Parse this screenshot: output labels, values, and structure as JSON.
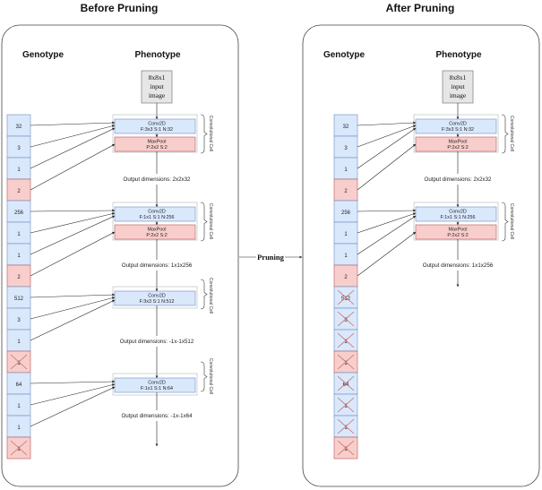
{
  "titles": {
    "before": "Before Pruning",
    "after": "After Pruning"
  },
  "column_headers": {
    "genotype": "Genotype",
    "phenotype": "Phenotype"
  },
  "input_block": [
    "8x8x1",
    "input",
    "image"
  ],
  "pruning_label": "Pruning",
  "cell_label": "Convolutional Cell",
  "colors": {
    "blue": "#dae8fc",
    "blue_stroke": "#6c8ebf",
    "red": "#f8cecc",
    "red_stroke": "#b85450",
    "gray": "#e6e6e6",
    "gray_stroke": "#666666",
    "panel_stroke": "#444444",
    "cross": "#c9706b"
  },
  "before": {
    "genes": [
      {
        "text": "32",
        "type": "blue",
        "x": false
      },
      {
        "text": "3",
        "type": "blue",
        "x": false
      },
      {
        "text": "1",
        "type": "blue",
        "x": false
      },
      {
        "text": "2",
        "type": "red",
        "x": false
      },
      {
        "text": "256",
        "type": "blue",
        "x": false
      },
      {
        "text": "1",
        "type": "blue",
        "x": false
      },
      {
        "text": "1",
        "type": "blue",
        "x": false
      },
      {
        "text": "2",
        "type": "red",
        "x": false
      },
      {
        "text": "512",
        "type": "blue",
        "x": false
      },
      {
        "text": "3",
        "type": "blue",
        "x": false
      },
      {
        "text": "1",
        "type": "blue",
        "x": false
      },
      {
        "text": "1",
        "type": "red",
        "x": true
      },
      {
        "text": "64",
        "type": "blue",
        "x": false
      },
      {
        "text": "1",
        "type": "blue",
        "x": false
      },
      {
        "text": "1",
        "type": "blue",
        "x": false
      },
      {
        "text": "1",
        "type": "red",
        "x": true
      }
    ],
    "cells": [
      {
        "layers": [
          {
            "type": "conv",
            "line1": "Conv2D",
            "line2": "F:3x3 S:1 N:32"
          },
          {
            "type": "pool",
            "line1": "MaxPool",
            "line2": "P:2x2 S:2"
          }
        ],
        "output": "Output dimensions: 2x2x32"
      },
      {
        "layers": [
          {
            "type": "conv",
            "line1": "Conv2D",
            "line2": "F:1x1 S:1 N:256"
          },
          {
            "type": "pool",
            "line1": "MaxPool",
            "line2": "P:2x2 S:2"
          }
        ],
        "output": "Output dimensions: 1x1x256"
      },
      {
        "layers": [
          {
            "type": "conv",
            "line1": "Conv2D",
            "line2": "F:3x3 S:1 N:512"
          }
        ],
        "output": "Output dimensions: -1x-1x512"
      },
      {
        "layers": [
          {
            "type": "conv",
            "line1": "Conv2D",
            "line2": "F:1x1 S:1 N:64"
          }
        ],
        "output": "Output dimensions: -1x-1x64"
      }
    ]
  },
  "after": {
    "genes": [
      {
        "text": "32",
        "type": "blue",
        "x": false
      },
      {
        "text": "3",
        "type": "blue",
        "x": false
      },
      {
        "text": "1",
        "type": "blue",
        "x": false
      },
      {
        "text": "2",
        "type": "red",
        "x": false
      },
      {
        "text": "256",
        "type": "blue",
        "x": false
      },
      {
        "text": "1",
        "type": "blue",
        "x": false
      },
      {
        "text": "1",
        "type": "blue",
        "x": false
      },
      {
        "text": "2",
        "type": "red",
        "x": false
      },
      {
        "text": "512",
        "type": "blue",
        "x": true
      },
      {
        "text": "3",
        "type": "blue",
        "x": true
      },
      {
        "text": "1",
        "type": "blue",
        "x": true
      },
      {
        "text": "1",
        "type": "red",
        "x": true
      },
      {
        "text": "64",
        "type": "blue",
        "x": true
      },
      {
        "text": "1",
        "type": "blue",
        "x": true
      },
      {
        "text": "1",
        "type": "blue",
        "x": true
      },
      {
        "text": "1",
        "type": "red",
        "x": true
      }
    ],
    "cells": [
      {
        "layers": [
          {
            "type": "conv",
            "line1": "Conv2D",
            "line2": "F:3x3 S:1 N:32"
          },
          {
            "type": "pool",
            "line1": "MaxPool",
            "line2": "P:2x2 S:2"
          }
        ],
        "output": "Output dimensions: 2x2x32"
      },
      {
        "layers": [
          {
            "type": "conv",
            "line1": "Conv2D",
            "line2": "F:1x1 S:1 N:256"
          },
          {
            "type": "pool",
            "line1": "MaxPool",
            "line2": "P:2x2 S:2"
          }
        ],
        "output": "Output dimensions: 1x1x256"
      }
    ]
  }
}
